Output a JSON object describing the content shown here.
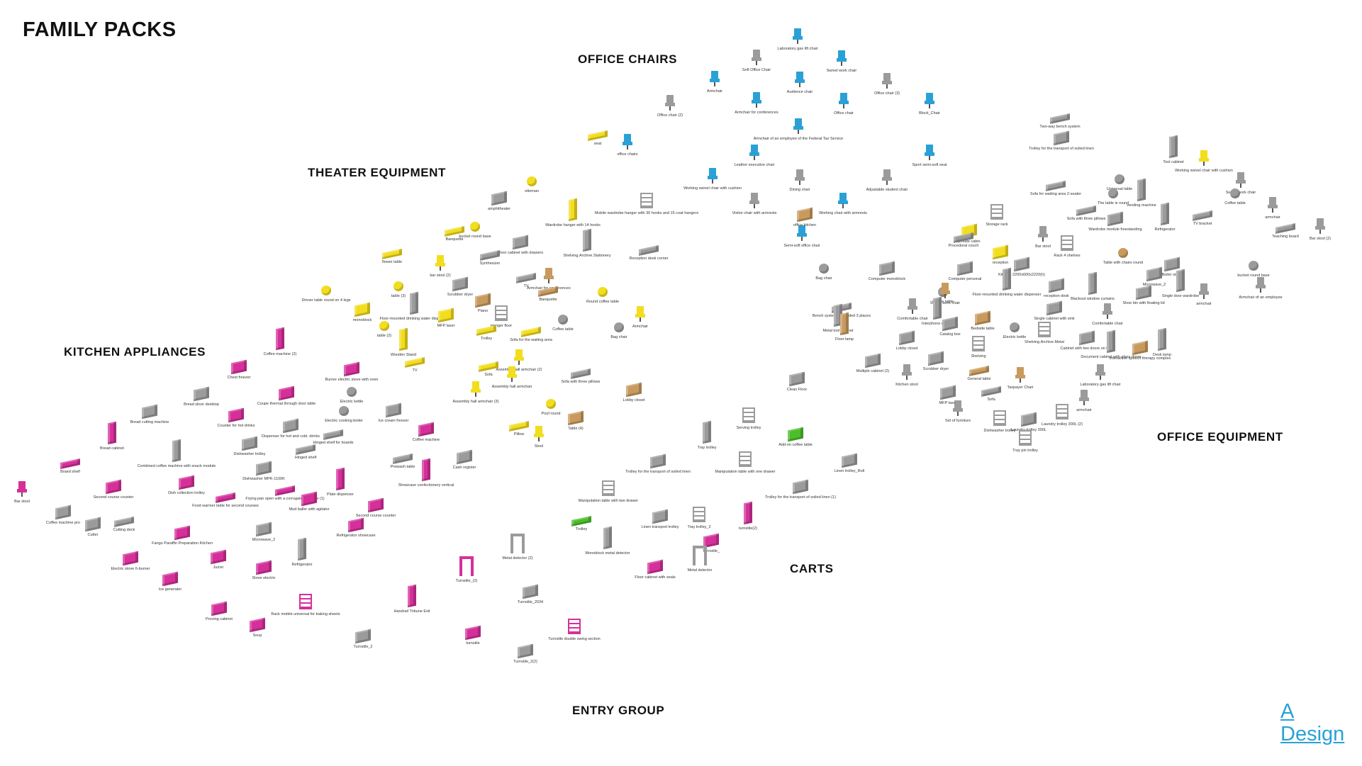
{
  "title": "FAMILY PACKS",
  "colors": {
    "kitchen": "#d5309a",
    "theater": "#f2dd1e",
    "chairs": "#2aa1d6",
    "gray": "#9b9b9b",
    "wood": "#c89a5e",
    "green": "#4dbd2b",
    "logo": "#2aa1d6"
  },
  "categories": [
    {
      "id": "office-chairs",
      "label": "OFFICE CHAIRS"
    },
    {
      "id": "theater-equipment",
      "label": "THEATER EQUIPMENT"
    },
    {
      "id": "kitchen-appliances",
      "label": "KITCHEN APPLIANCES"
    },
    {
      "id": "office-equipment",
      "label": "OFFICE EQUIPMENT"
    },
    {
      "id": "carts",
      "label": "CARTS"
    },
    {
      "id": "entry-group",
      "label": "ENTRY GROUP"
    }
  ],
  "items": [
    {
      "label": "Laboratory gas lift chair",
      "color": "chairs",
      "s": "chair"
    },
    {
      "label": "Soft Office Chair",
      "color": "gray",
      "s": "chair"
    },
    {
      "label": "Swivel work chair",
      "color": "chairs",
      "s": "chair"
    },
    {
      "label": "Armchair",
      "color": "chairs",
      "s": "chair"
    },
    {
      "label": "Audience chair",
      "color": "chairs",
      "s": "chair"
    },
    {
      "label": "Office chair (3)",
      "color": "gray",
      "s": "chair"
    },
    {
      "label": "Armchair for conferences",
      "color": "chairs",
      "s": "chair"
    },
    {
      "label": "Office chair",
      "color": "chairs",
      "s": "chair"
    },
    {
      "label": "Block_Chair",
      "color": "chairs",
      "s": "chair"
    },
    {
      "label": "Office chair (2)",
      "color": "gray",
      "s": "chair"
    },
    {
      "label": "Armchair of an employee of the Federal Tax Service",
      "color": "chairs",
      "s": "chair"
    },
    {
      "label": "Leather executive chair",
      "color": "chairs",
      "s": "chair"
    },
    {
      "label": "Sport semi-soft seat",
      "color": "chairs",
      "s": "chair"
    },
    {
      "label": "Working swivel chair with cushion",
      "color": "chairs",
      "s": "chair"
    },
    {
      "label": "Dining chair",
      "color": "gray",
      "s": "chair"
    },
    {
      "label": "Adjustable student chair",
      "color": "gray",
      "s": "chair"
    },
    {
      "label": "Visitor chair with armrests",
      "color": "gray",
      "s": "chair"
    },
    {
      "label": "Working chair with armrests",
      "color": "chairs",
      "s": "chair"
    },
    {
      "label": "Semi-soft office chair",
      "color": "chairs",
      "s": "chair"
    },
    {
      "label": "amphitheater",
      "color": "gray",
      "s": "box"
    },
    {
      "label": "ottoman",
      "color": "theater",
      "s": "round"
    },
    {
      "label": "seat",
      "color": "theater",
      "s": "flat"
    },
    {
      "label": "office chairs",
      "color": "chairs",
      "s": "chair"
    },
    {
      "label": "Mobile wardrobe hanger with 30 hooks and 15 coat hangers",
      "color": "gray",
      "s": "rack"
    },
    {
      "label": "Wardrobe hanger with 14 hooks",
      "color": "theater",
      "s": "tall"
    },
    {
      "label": "bucket round base",
      "color": "theater",
      "s": "round"
    },
    {
      "label": "Banquette",
      "color": "theater",
      "s": "flat"
    },
    {
      "label": "Floor cabinet with drawers",
      "color": "gray",
      "s": "box"
    },
    {
      "label": "Shelving.Archive.Stationery",
      "color": "gray",
      "s": "tall"
    },
    {
      "label": "Reception desk corner",
      "color": "gray",
      "s": "flat"
    },
    {
      "label": "Synthesizer",
      "color": "gray",
      "s": "flat"
    },
    {
      "label": "flower table",
      "color": "theater",
      "s": "flat"
    },
    {
      "label": "bar stool (2)",
      "color": "theater",
      "s": "chair"
    },
    {
      "label": "Scrubber dryer",
      "color": "gray",
      "s": "box"
    },
    {
      "label": "TV",
      "color": "gray",
      "s": "flat"
    },
    {
      "label": "Armchair for conferences",
      "color": "wood",
      "s": "chair"
    },
    {
      "label": "Banquette",
      "color": "wood",
      "s": "flat"
    },
    {
      "label": "Round coffee table",
      "color": "theater",
      "s": "round"
    },
    {
      "label": "Dinner table round on 4 legs",
      "color": "theater",
      "s": "round"
    },
    {
      "label": "table (3)",
      "color": "theater",
      "s": "round"
    },
    {
      "label": "Floor-mounted drinking water dispenser",
      "color": "gray",
      "s": "tall"
    },
    {
      "label": "Piano",
      "color": "wood",
      "s": "box"
    },
    {
      "label": "Hanger floor",
      "color": "gray",
      "s": "rack"
    },
    {
      "label": "monoblock",
      "color": "theater",
      "s": "box"
    },
    {
      "label": "MFP laser",
      "color": "theater",
      "s": "box"
    },
    {
      "label": "Trolley",
      "color": "theater",
      "s": "flat"
    },
    {
      "label": "Coffee table",
      "color": "gray",
      "s": "round"
    },
    {
      "label": "Sofa for the waiting area",
      "color": "theater",
      "s": "flat"
    },
    {
      "label": "Bag chair",
      "color": "gray",
      "s": "round"
    },
    {
      "label": "Armchair",
      "color": "theater",
      "s": "chair"
    },
    {
      "label": "table (2)",
      "color": "theater",
      "s": "round"
    },
    {
      "label": "Wooden Stand",
      "color": "theater",
      "s": "tall"
    },
    {
      "label": "TV",
      "color": "theater",
      "s": "flat"
    },
    {
      "label": "Sofa",
      "color": "theater",
      "s": "flat"
    },
    {
      "label": "Assembly hall armchair (2)",
      "color": "theater",
      "s": "chair"
    },
    {
      "label": "Assembly hall armchair",
      "color": "theater",
      "s": "chair"
    },
    {
      "label": "Sofa with three pillows",
      "color": "gray",
      "s": "flat"
    },
    {
      "label": "Assembly hall armchair (3)",
      "color": "theater",
      "s": "chair"
    },
    {
      "label": "Lobby closet",
      "color": "wood",
      "s": "box"
    },
    {
      "label": "Pouf round",
      "color": "theater",
      "s": "round"
    },
    {
      "label": "Pillow",
      "color": "theater",
      "s": "flat"
    },
    {
      "label": "Table (4)",
      "color": "wood",
      "s": "box"
    },
    {
      "label": "Stool",
      "color": "theater",
      "s": "chair"
    },
    {
      "label": "Coffee machine (2)",
      "color": "kitchen",
      "s": "tall"
    },
    {
      "label": "Chest freezer",
      "color": "kitchen",
      "s": "box"
    },
    {
      "label": "Burner electric stove with oven",
      "color": "kitchen",
      "s": "box"
    },
    {
      "label": "Bread slicer desktop",
      "color": "gray",
      "s": "box"
    },
    {
      "label": "Coupe thermal through door table",
      "color": "kitchen",
      "s": "box"
    },
    {
      "label": "Electric kettle",
      "color": "gray",
      "s": "round"
    },
    {
      "label": "Bread cutting machine",
      "color": "gray",
      "s": "box"
    },
    {
      "label": "Electric cooking boiler",
      "color": "gray",
      "s": "round"
    },
    {
      "label": "Ice cream freezer",
      "color": "gray",
      "s": "box"
    },
    {
      "label": "Bread cabinet",
      "color": "kitchen",
      "s": "tall"
    },
    {
      "label": "Counter for hot drinks",
      "color": "kitchen",
      "s": "box"
    },
    {
      "label": "Dispenser for hot and cold. drinks",
      "color": "gray",
      "s": "box"
    },
    {
      "label": "Hinged shelf for boards",
      "color": "gray",
      "s": "flat"
    },
    {
      "label": "Coffee machine",
      "color": "kitchen",
      "s": "box"
    },
    {
      "label": "Board shelf",
      "color": "kitchen",
      "s": "flat"
    },
    {
      "label": "Combined coffee machine with snack module",
      "color": "gray",
      "s": "tall"
    },
    {
      "label": "Dishwasher trolley",
      "color": "gray",
      "s": "box"
    },
    {
      "label": "Hinged shelf",
      "color": "gray",
      "s": "flat"
    },
    {
      "label": "Prewash table",
      "color": "gray",
      "s": "flat"
    },
    {
      "label": "Cash register",
      "color": "gray",
      "s": "box"
    },
    {
      "label": "Bar stool",
      "color": "kitchen",
      "s": "chair"
    },
    {
      "label": "Second course counter",
      "color": "kitchen",
      "s": "box"
    },
    {
      "label": "Dishwasher MPK-1100K",
      "color": "gray",
      "s": "box"
    },
    {
      "label": "Dish collection trolley",
      "color": "kitchen",
      "s": "box"
    },
    {
      "label": "Frying pan open with a corrugated surface (1)",
      "color": "kitchen",
      "s": "flat"
    },
    {
      "label": "Plate dispenser",
      "color": "kitchen",
      "s": "tall"
    },
    {
      "label": "Showcase confectionery vertical",
      "color": "kitchen",
      "s": "tall"
    },
    {
      "label": "Coffee machine pro",
      "color": "gray",
      "s": "box"
    },
    {
      "label": "Food warmer table for second courses",
      "color": "kitchen",
      "s": "flat"
    },
    {
      "label": "Mud baller with agitator",
      "color": "kitchen",
      "s": "box"
    },
    {
      "label": "Second course counter",
      "color": "kitchen",
      "s": "box"
    },
    {
      "label": "Cutter",
      "color": "gray",
      "s": "box"
    },
    {
      "label": "Cutting deck",
      "color": "gray",
      "s": "flat"
    },
    {
      "label": "Fango Paraffin Preparation Kitchen",
      "color": "kitchen",
      "s": "box"
    },
    {
      "label": "Microwave_2",
      "color": "gray",
      "s": "box"
    },
    {
      "label": "Refrigerator showcase",
      "color": "kitchen",
      "s": "box"
    },
    {
      "label": "Electric stove 6-burner",
      "color": "kitchen",
      "s": "box"
    },
    {
      "label": "Juicer",
      "color": "kitchen",
      "s": "box"
    },
    {
      "label": "Refrigerator",
      "color": "gray",
      "s": "tall"
    },
    {
      "label": "Ice generator",
      "color": "kitchen",
      "s": "box"
    },
    {
      "label": "Stove electric",
      "color": "kitchen",
      "s": "box"
    },
    {
      "label": "Proving cabinet",
      "color": "kitchen",
      "s": "box"
    },
    {
      "label": "Rack mobile universal for baking sheets",
      "color": "kitchen",
      "s": "rack"
    },
    {
      "label": "Soup",
      "color": "kitchen",
      "s": "box"
    },
    {
      "label": "Two-way bench system",
      "color": "gray",
      "s": "flat"
    },
    {
      "label": "Trolley for the transport of soiled linen",
      "color": "gray",
      "s": "box"
    },
    {
      "label": "Tool cabinet",
      "color": "gray",
      "s": "tall"
    },
    {
      "label": "Working swivel chair with cushion",
      "color": "theater",
      "s": "chair"
    },
    {
      "label": "Swivel work chair",
      "color": "gray",
      "s": "chair"
    },
    {
      "label": "Universal table",
      "color": "gray",
      "s": "round"
    },
    {
      "label": "Sofa for waiting area 2-seater",
      "color": "gray",
      "s": "flat"
    },
    {
      "label": "The table is round",
      "color": "gray",
      "s": "round"
    },
    {
      "label": "vending machine",
      "color": "gray",
      "s": "tall"
    },
    {
      "label": "Coffee table",
      "color": "gray",
      "s": "round"
    },
    {
      "label": "armchair",
      "color": "gray",
      "s": "chair"
    },
    {
      "label": "Sofa with three pillows",
      "color": "gray",
      "s": "flat"
    },
    {
      "label": "TV bracket",
      "color": "gray",
      "s": "flat"
    },
    {
      "label": "Teaching board",
      "color": "gray",
      "s": "flat"
    },
    {
      "label": "office kitchen",
      "color": "wood",
      "s": "box"
    },
    {
      "label": "Storage rack",
      "color": "gray",
      "s": "rack"
    },
    {
      "label": "Wardrobe module freestanding",
      "color": "gray",
      "s": "box"
    },
    {
      "label": "Refrigerator",
      "color": "gray",
      "s": "tall"
    },
    {
      "label": "Bar stool (2)",
      "color": "gray",
      "s": "chair"
    },
    {
      "label": "private cabin",
      "color": "theater",
      "s": "box"
    },
    {
      "label": "Bar stool",
      "color": "gray",
      "s": "chair"
    },
    {
      "label": "Procedural couch",
      "color": "gray",
      "s": "flat"
    },
    {
      "label": "Rack 4 shelves",
      "color": "gray",
      "s": "rack"
    },
    {
      "label": "Table with chairs round",
      "color": "wood",
      "s": "round"
    },
    {
      "label": "bucket round base",
      "color": "gray",
      "s": "round"
    },
    {
      "label": "reception",
      "color": "theater",
      "s": "box"
    },
    {
      "label": "Boiler stand",
      "color": "gray",
      "s": "box"
    },
    {
      "label": "Computer personal",
      "color": "gray",
      "s": "box"
    },
    {
      "label": "Kitchen 2200x600x2220(h)",
      "color": "gray",
      "s": "box"
    },
    {
      "label": "Microwave_2",
      "color": "gray",
      "s": "box"
    },
    {
      "label": "Single door wardrobe",
      "color": "gray",
      "s": "tall"
    },
    {
      "label": "Armchair of an employee",
      "color": "gray",
      "s": "chair"
    },
    {
      "label": "Bag chair",
      "color": "gray",
      "s": "round"
    },
    {
      "label": "Computer monoblock",
      "color": "gray",
      "s": "box"
    },
    {
      "label": "Floor-mounted drinking water dispenser",
      "color": "gray",
      "s": "tall"
    },
    {
      "label": "reception desk",
      "color": "gray",
      "s": "box"
    },
    {
      "label": "Blackout window curtains",
      "color": "gray",
      "s": "tall"
    },
    {
      "label": "Coffee table",
      "color": "gray",
      "s": "round"
    },
    {
      "label": "Swivel work chair",
      "color": "wood",
      "s": "chair"
    },
    {
      "label": "Shoe bin with floating lid",
      "color": "gray",
      "s": "box"
    },
    {
      "label": "armchair",
      "color": "gray",
      "s": "chair"
    },
    {
      "label": "Bench system one-sided 3 places",
      "color": "gray",
      "s": "flat"
    },
    {
      "label": "Comfortable chair",
      "color": "gray",
      "s": "chair"
    },
    {
      "label": "Interphone mobile",
      "color": "gray",
      "s": "tall"
    },
    {
      "label": "Single cabinet with sink",
      "color": "gray",
      "s": "box"
    },
    {
      "label": "Comfortable chair",
      "color": "gray",
      "s": "chair"
    },
    {
      "label": "Metal tool cabinet",
      "color": "gray",
      "s": "tall"
    },
    {
      "label": "Bedside table",
      "color": "wood",
      "s": "box"
    },
    {
      "label": "Catalog box",
      "color": "gray",
      "s": "box"
    },
    {
      "label": "Electric kettle",
      "color": "gray",
      "s": "round"
    },
    {
      "label": "Floor lamp",
      "color": "wood",
      "s": "tall"
    },
    {
      "label": "Lobby closet",
      "color": "gray",
      "s": "box"
    },
    {
      "label": "Shelving",
      "color": "gray",
      "s": "rack"
    },
    {
      "label": "Shelving.Archive.Metal",
      "color": "gray",
      "s": "rack"
    },
    {
      "label": "Cabinet with two doors on legs",
      "color": "gray",
      "s": "box"
    },
    {
      "label": "Document cabinet with glass doors",
      "color": "gray",
      "s": "tall"
    },
    {
      "label": "Interactive speech therapy complex",
      "color": "wood",
      "s": "box"
    },
    {
      "label": "Desk lamp",
      "color": "gray",
      "s": "tall"
    },
    {
      "label": "Multiple cabinet (2)",
      "color": "gray",
      "s": "box"
    },
    {
      "label": "Scrubber dryer",
      "color": "gray",
      "s": "box"
    },
    {
      "label": "General table",
      "color": "wood",
      "s": "flat"
    },
    {
      "label": "Kitchen stool",
      "color": "gray",
      "s": "chair"
    },
    {
      "label": "Taxpayer Chair",
      "color": "wood",
      "s": "chair"
    },
    {
      "label": "Laboratory gas lift chair",
      "color": "gray",
      "s": "chair"
    },
    {
      "label": "MFP laser",
      "color": "gray",
      "s": "box"
    },
    {
      "label": "Sofa",
      "color": "gray",
      "s": "flat"
    },
    {
      "label": "armchair",
      "color": "gray",
      "s": "chair"
    },
    {
      "label": "Set of furniture",
      "color": "gray",
      "s": "chair"
    },
    {
      "label": "Laundry trolley 300L",
      "color": "gray",
      "s": "box"
    },
    {
      "label": "Laundry trolley 300L (2)",
      "color": "gray",
      "s": "rack"
    },
    {
      "label": "Dishwasher trolley",
      "color": "gray",
      "s": "rack"
    },
    {
      "label": "Tray pin trolley",
      "color": "gray",
      "s": "rack"
    },
    {
      "label": "Clean Floor",
      "color": "gray",
      "s": "box"
    },
    {
      "label": "Serving trolley",
      "color": "gray",
      "s": "rack"
    },
    {
      "label": "Tray trolley",
      "color": "gray",
      "s": "tall"
    },
    {
      "label": "Add-on coffee table",
      "color": "green",
      "s": "box"
    },
    {
      "label": "Trolley for the transport of soiled linen",
      "color": "gray",
      "s": "box"
    },
    {
      "label": "Manipulation table with one drawer",
      "color": "gray",
      "s": "rack"
    },
    {
      "label": "Linen trolley_Roll",
      "color": "gray",
      "s": "box"
    },
    {
      "label": "Manipulation table with two drawer",
      "color": "gray",
      "s": "rack"
    },
    {
      "label": "Trolley for the transport of soiled linen (1)",
      "color": "gray",
      "s": "box"
    },
    {
      "label": "Linen transport trolley",
      "color": "gray",
      "s": "box"
    },
    {
      "label": "Trolley",
      "color": "green",
      "s": "flat"
    },
    {
      "label": "Tray trolley_2",
      "color": "gray",
      "s": "rack"
    },
    {
      "label": "turnstile(2)",
      "color": "kitchen",
      "s": "tall"
    },
    {
      "label": "Monoblock metal detector",
      "color": "gray",
      "s": "tall"
    },
    {
      "label": "Turnstile_",
      "color": "kitchen",
      "s": "box"
    },
    {
      "label": "Metal detector",
      "color": "gray",
      "s": "arch"
    },
    {
      "label": "Floor cabinet with seals",
      "color": "kitchen",
      "s": "box"
    },
    {
      "label": "Metal detector (2)",
      "color": "gray",
      "s": "arch"
    },
    {
      "label": "Turnstile_(2)",
      "color": "kitchen",
      "s": "arch"
    },
    {
      "label": "Turnstile_2034",
      "color": "gray",
      "s": "box"
    },
    {
      "label": "Handrail Tribune Exit",
      "color": "kitchen",
      "s": "tall"
    },
    {
      "label": "Turnstile double swing section",
      "color": "kitchen",
      "s": "rack"
    },
    {
      "label": "Turnstile_2",
      "color": "gray",
      "s": "box"
    },
    {
      "label": "turnstile",
      "color": "kitchen",
      "s": "box"
    },
    {
      "label": "Turnstile_2(2)",
      "color": "gray",
      "s": "box"
    }
  ],
  "logo": {
    "line1": "A",
    "line2": "Design"
  }
}
